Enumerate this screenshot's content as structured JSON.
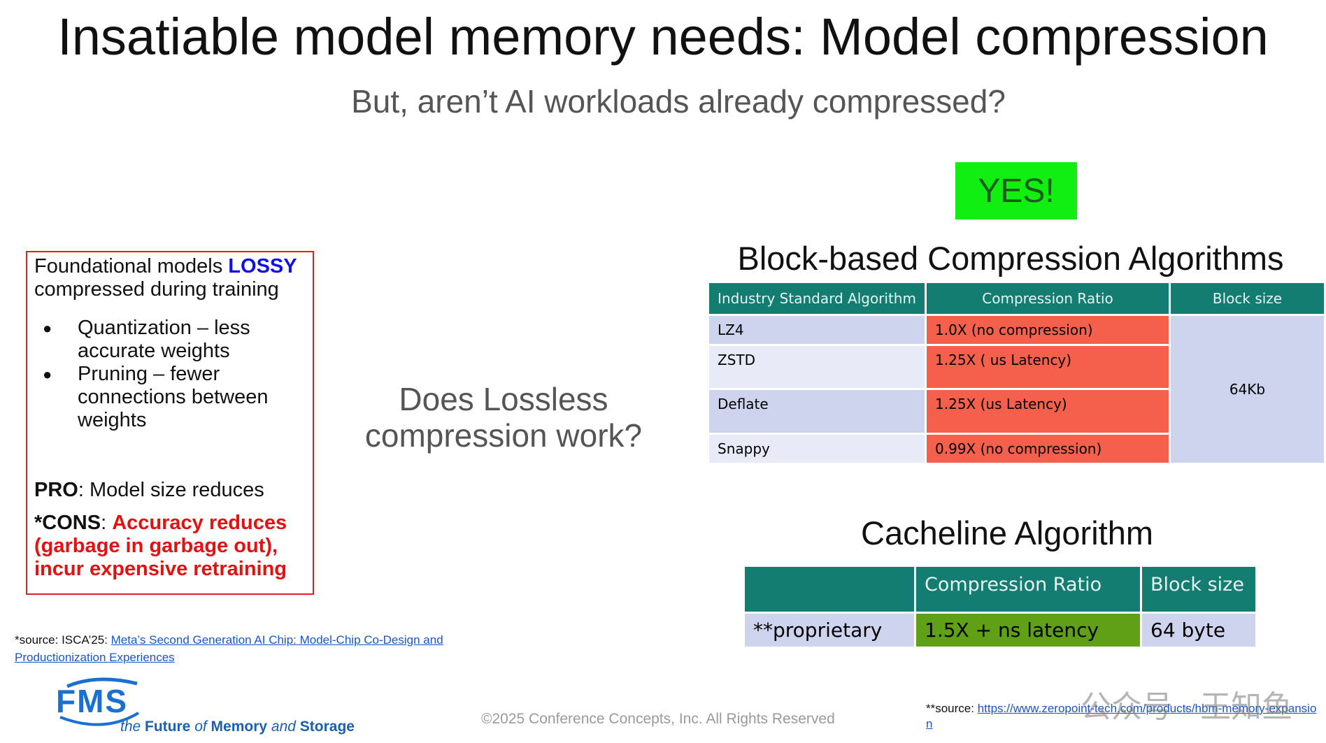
{
  "slide": {
    "title": "Insatiable model memory needs: Model compression",
    "subtitle": "But, aren’t AI workloads already compressed?"
  },
  "lossy_box": {
    "intro_pre": "Foundational models ",
    "intro_accent": "LOSSY",
    "intro_post": "compressed  during training",
    "bullets": [
      "Quantization – less accurate weights",
      "Pruning – fewer connections between weights"
    ],
    "pro_label": "PRO",
    "pro_text": ": Model size reduces",
    "cons_label": "*CONS",
    "cons_colon": ": ",
    "cons_text": "Accuracy reduces (garbage in garbage out), incur expensive retraining"
  },
  "question": "Does Lossless compression work?",
  "yes_badge": "YES!",
  "block_section": {
    "title": "Block-based Compression Algorithms",
    "headers": [
      "Industry Standard Algorithm",
      "Compression Ratio",
      "Block size"
    ],
    "rows": [
      {
        "algorithm": "LZ4",
        "ratio": "1.0X (no compression)"
      },
      {
        "algorithm": "ZSTD",
        "ratio": "1.25X ( us Latency)"
      },
      {
        "algorithm": "Deflate",
        "ratio": "1.25X (us Latency)"
      },
      {
        "algorithm": "Snappy",
        "ratio": "0.99X (no compression)"
      }
    ],
    "block_size": "64Kb"
  },
  "cacheline_section": {
    "title": "Cacheline Algorithm",
    "headers": [
      "",
      "Compression Ratio",
      "Block size"
    ],
    "row": {
      "algorithm": "**proprietary",
      "ratio": "1.5X + ns latency",
      "block_size": "64 byte"
    }
  },
  "sources": {
    "left_prefix": "*source: ISCA’25: ",
    "left_link": "Meta’s Second Generation AI Chip: Model-Chip Co-Design and Productionization Experiences",
    "right_prefix": "**source: ",
    "right_link": "https://www.zeropoint-tech.com/products/hbm-memory-expansion"
  },
  "footer": {
    "copyright": "©2025 Conference Concepts, Inc. All Rights Reserved",
    "logo_text": "FMS",
    "logo_tagline_1": "the ",
    "logo_tagline_2": "Future",
    "logo_tagline_3": " of ",
    "logo_tagline_4": "Memory",
    "logo_tagline_5": " and ",
    "logo_tagline_6": "Storage",
    "watermark": "公众号 · 王知鱼"
  },
  "colors": {
    "header_teal": "#137d72",
    "bad_red": "#f4604c",
    "good_green": "#5fa016",
    "yes_green": "#11ee11",
    "accent_blue": "#1010e8",
    "cons_red": "#e41111"
  }
}
